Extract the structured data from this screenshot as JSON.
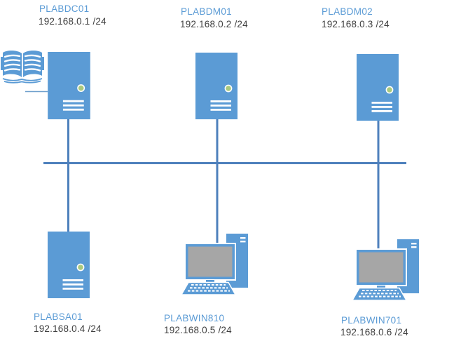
{
  "diagram": {
    "type": "network-topology",
    "colors": {
      "device_fill": "#5B9BD5",
      "wire": "#4E80BC",
      "led_green": "#A9C97E",
      "screen_gray": "#A6A6A6",
      "name_text": "#5B9BD5",
      "ip_text": "#3F3F3F",
      "background": "#FFFFFF"
    },
    "nodes": [
      {
        "name": "PLABDC01",
        "ip": "192.168.0.1 /24",
        "type": "server",
        "icon": "server-tower-icon",
        "badge": "open-book-icon"
      },
      {
        "name": "PLABDM01",
        "ip": "192.168.0.2 /24",
        "type": "server",
        "icon": "server-tower-icon"
      },
      {
        "name": "PLABDM02",
        "ip": "192.168.0.3 /24",
        "type": "server",
        "icon": "server-tower-icon"
      },
      {
        "name": "PLABSA01",
        "ip": "192.168.0.4 /24",
        "type": "server",
        "icon": "server-tower-icon"
      },
      {
        "name": "PLABWIN810",
        "ip": "192.168.0.5 /24",
        "type": "workstation",
        "icon": "desktop-computer-icon"
      },
      {
        "name": "PLABWIN701",
        "ip": "192.168.0.6 /24",
        "type": "workstation",
        "icon": "desktop-computer-icon"
      }
    ]
  }
}
